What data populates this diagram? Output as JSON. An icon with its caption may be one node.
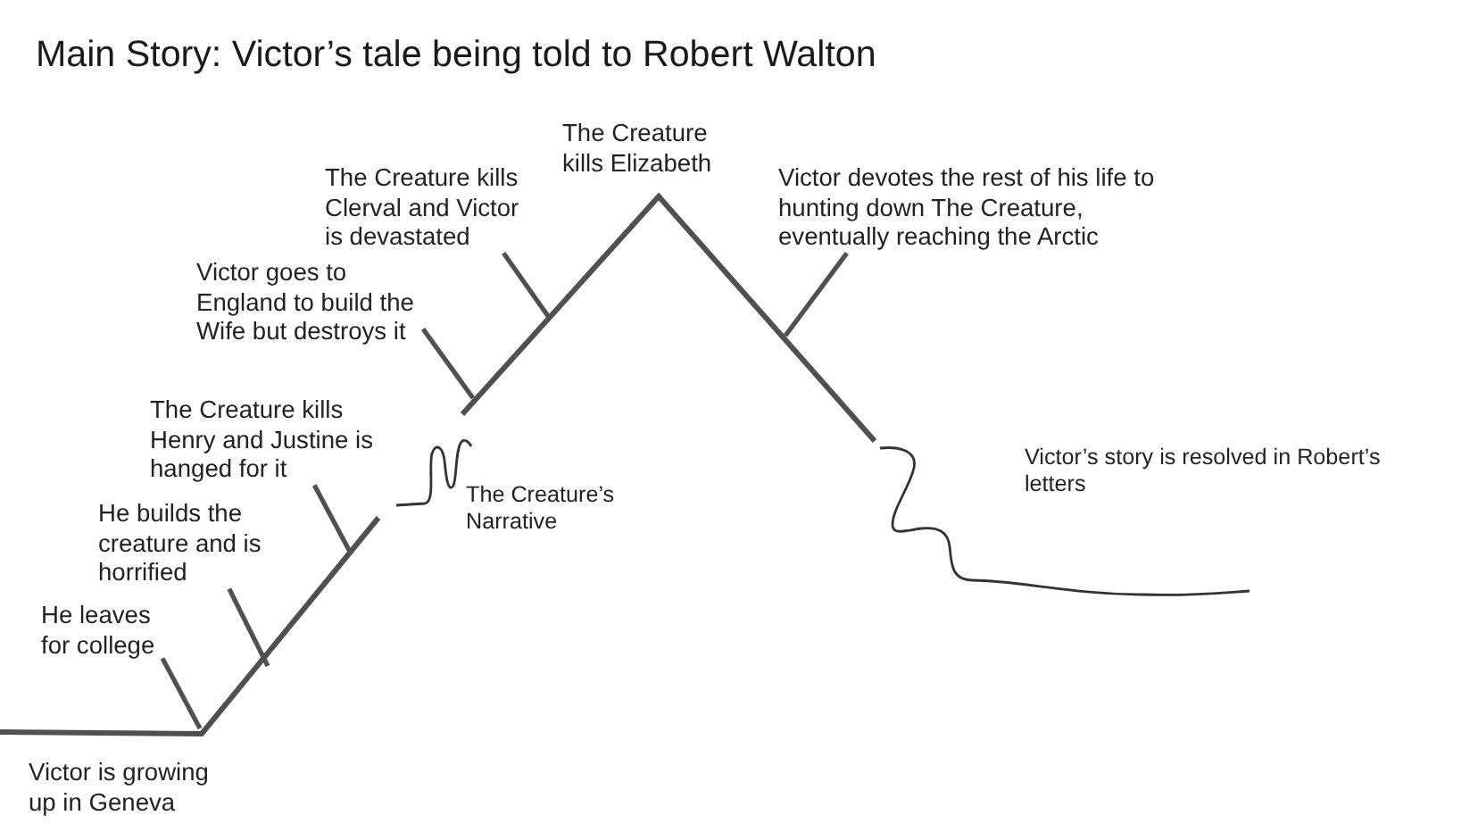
{
  "diagram": {
    "title": "Main Story: Victor’s tale being told to Robert Walton",
    "nodes": [
      {
        "text": [
          "The Creature kills Clerval and Victor is devastated"
        ]
      },
      {
        "text": [
          "Victor devotes the rest of his life to hunting down The Creature, eventually reaching the Arctic"
        ]
      },
      {
        "text": [
          "Victor goes to England to build the Wife but destroys it"
        ]
      },
      {
        "text": [
          "The Creature kills Henry and Justine is hanged for it"
        ]
      },
      {
        "text": [
          "He builds the creature and is horrified"
        ]
      },
      {
        "text": [
          "He leaves for college"
        ]
      }
    ],
    "edges": [
      {
        "from": 0,
        "to": null,
        "arrow": "none"
      },
      {
        "from": 1,
        "to": null,
        "arrow": "none"
      },
      {
        "from": 2,
        "to": null,
        "arrow": "none"
      },
      {
        "from": 3,
        "to": null,
        "arrow": "none"
      },
      {
        "from": 4,
        "to": null,
        "arrow": "none"
      },
      {
        "from": 5,
        "to": null,
        "arrow": "none"
      }
    ],
    "labels": [
      "The Creature kills Elizabeth",
      "Victor’s story is resolved in Robert’s letters",
      "The Creature’s Narrative",
      "Victor is growing up in Geneva"
    ]
  }
}
